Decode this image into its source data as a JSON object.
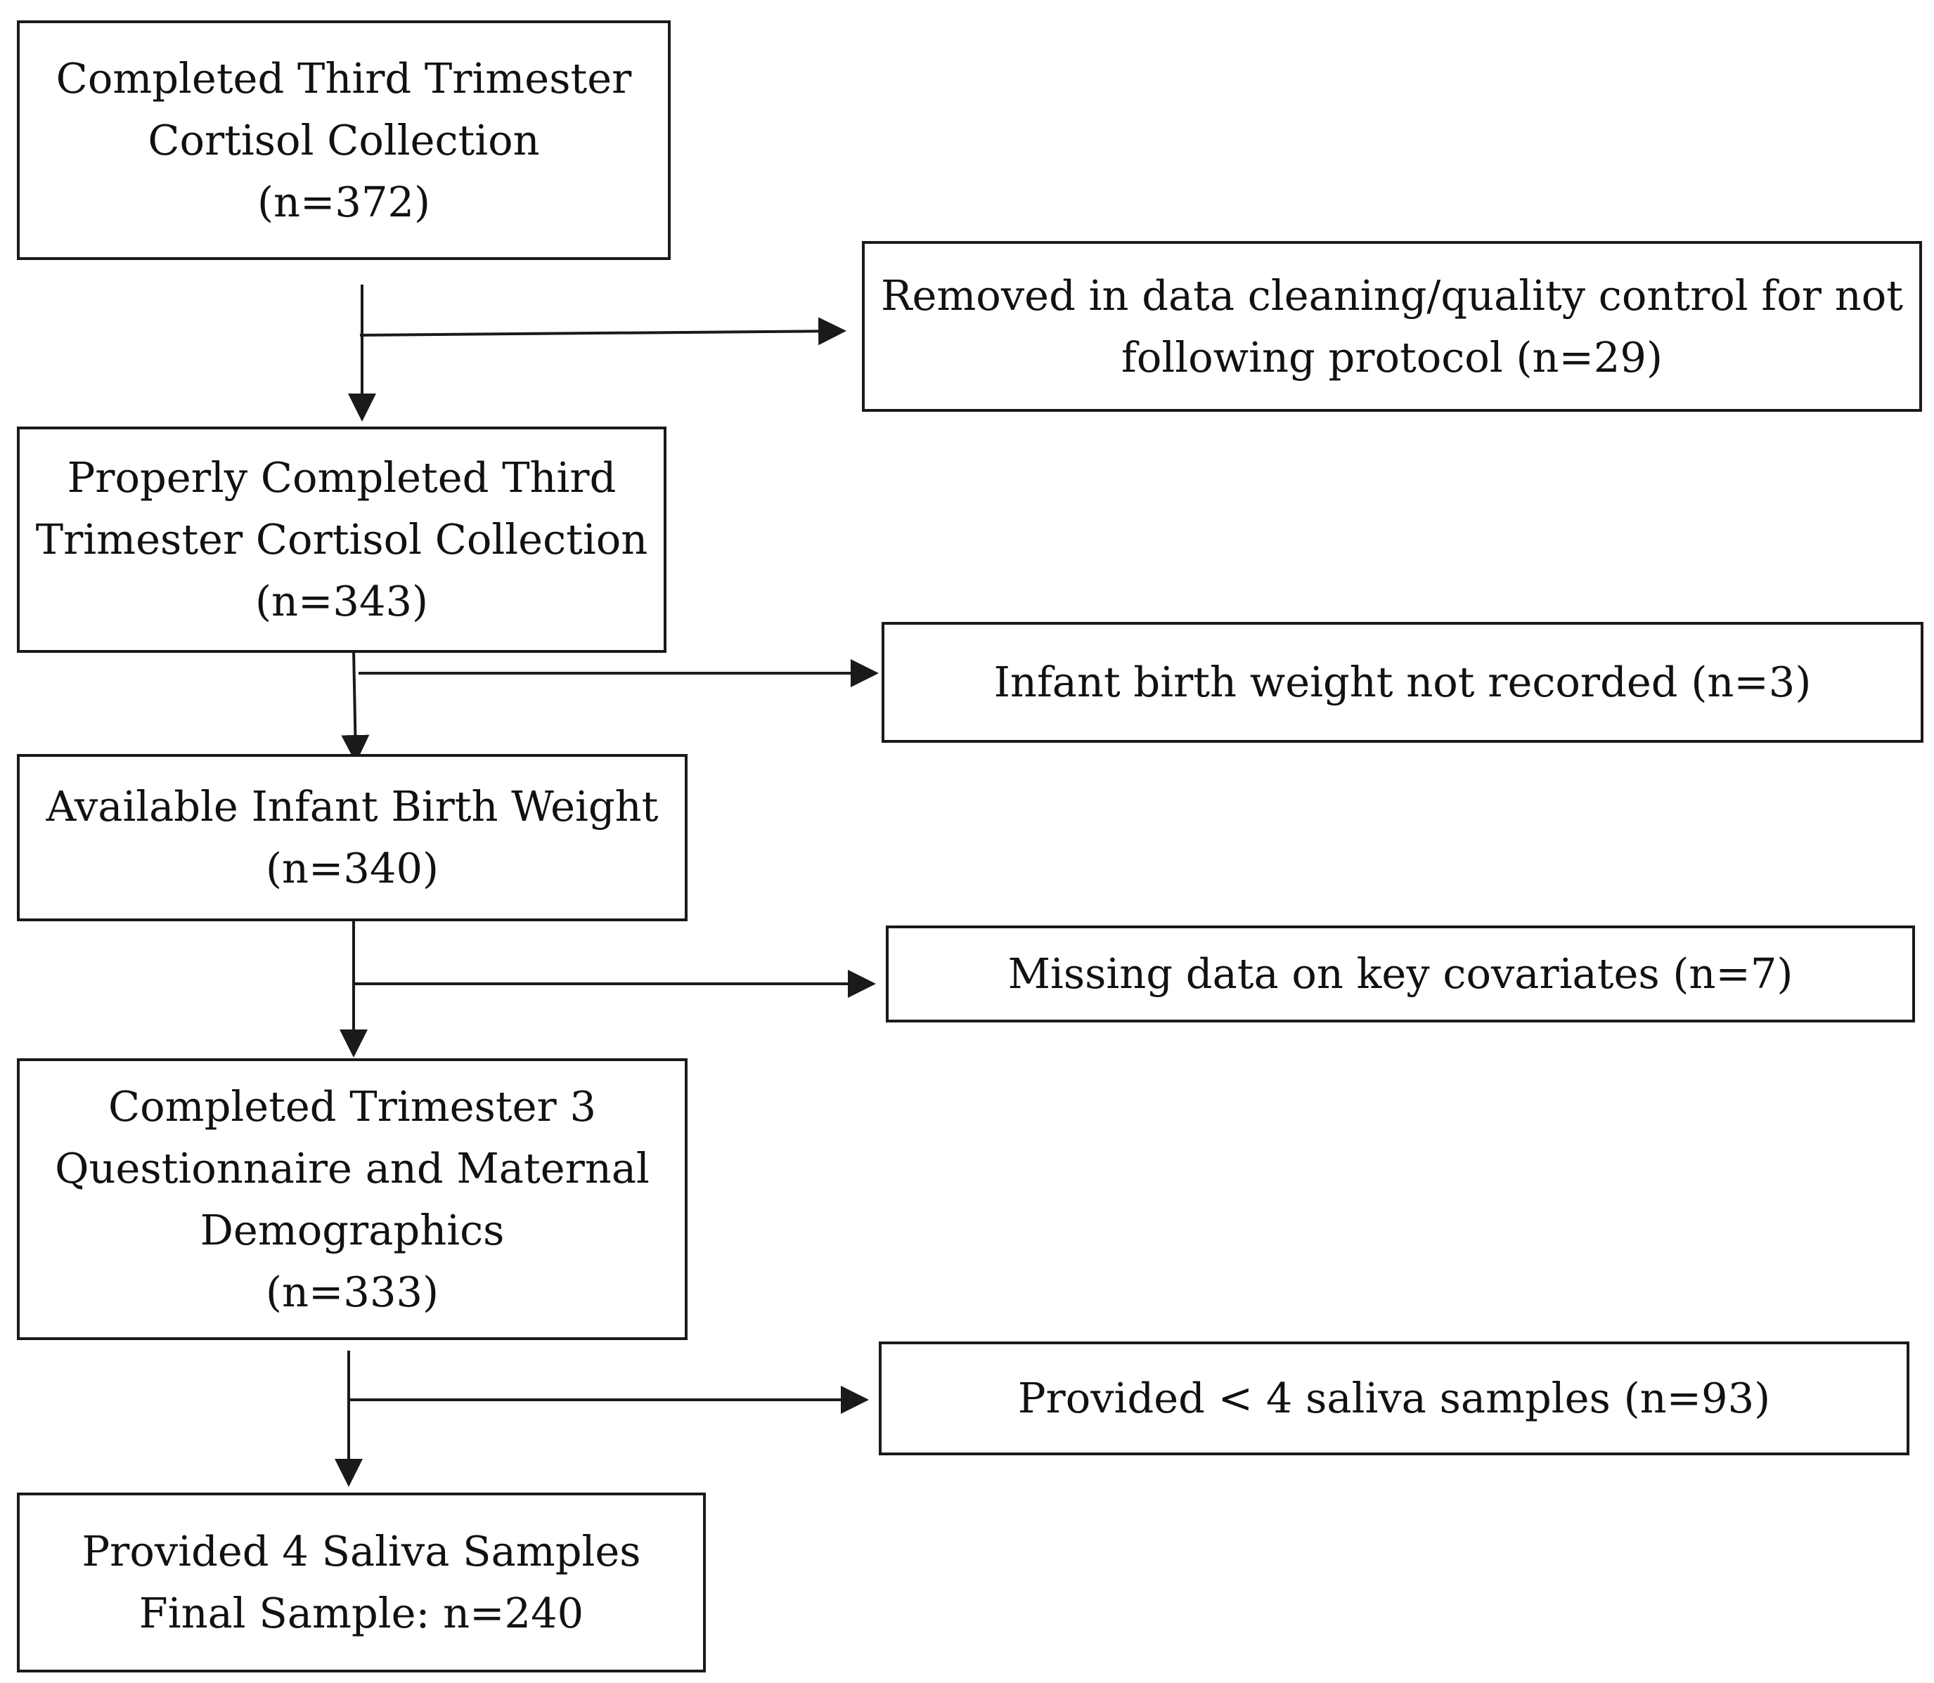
{
  "stages": [
    {
      "lines": [
        "Completed Third Trimester",
        "Cortisol Collection",
        "(n=372)"
      ]
    },
    {
      "lines": [
        "Properly Completed Third",
        "Trimester Cortisol Collection",
        "(n=343)"
      ]
    },
    {
      "lines": [
        "Available Infant Birth Weight",
        "(n=340)"
      ]
    },
    {
      "lines": [
        "Completed Trimester 3",
        "Questionnaire and Maternal",
        "Demographics",
        "(n=333)"
      ]
    },
    {
      "lines": [
        "Provided 4 Saliva Samples",
        "Final Sample: n=240"
      ]
    }
  ],
  "exclusions": [
    {
      "lines": [
        "Removed in data cleaning/quality control for not",
        "following protocol (n=29)"
      ]
    },
    {
      "lines": [
        "Infant birth weight not recorded (n=3)"
      ]
    },
    {
      "lines": [
        "Missing data on key covariates (n=7)"
      ]
    },
    {
      "lines": [
        "Provided < 4 saliva samples (n=93)"
      ]
    }
  ],
  "colors": {
    "stroke": "#1a1a1a",
    "text": "#111111",
    "background": "#ffffff"
  }
}
